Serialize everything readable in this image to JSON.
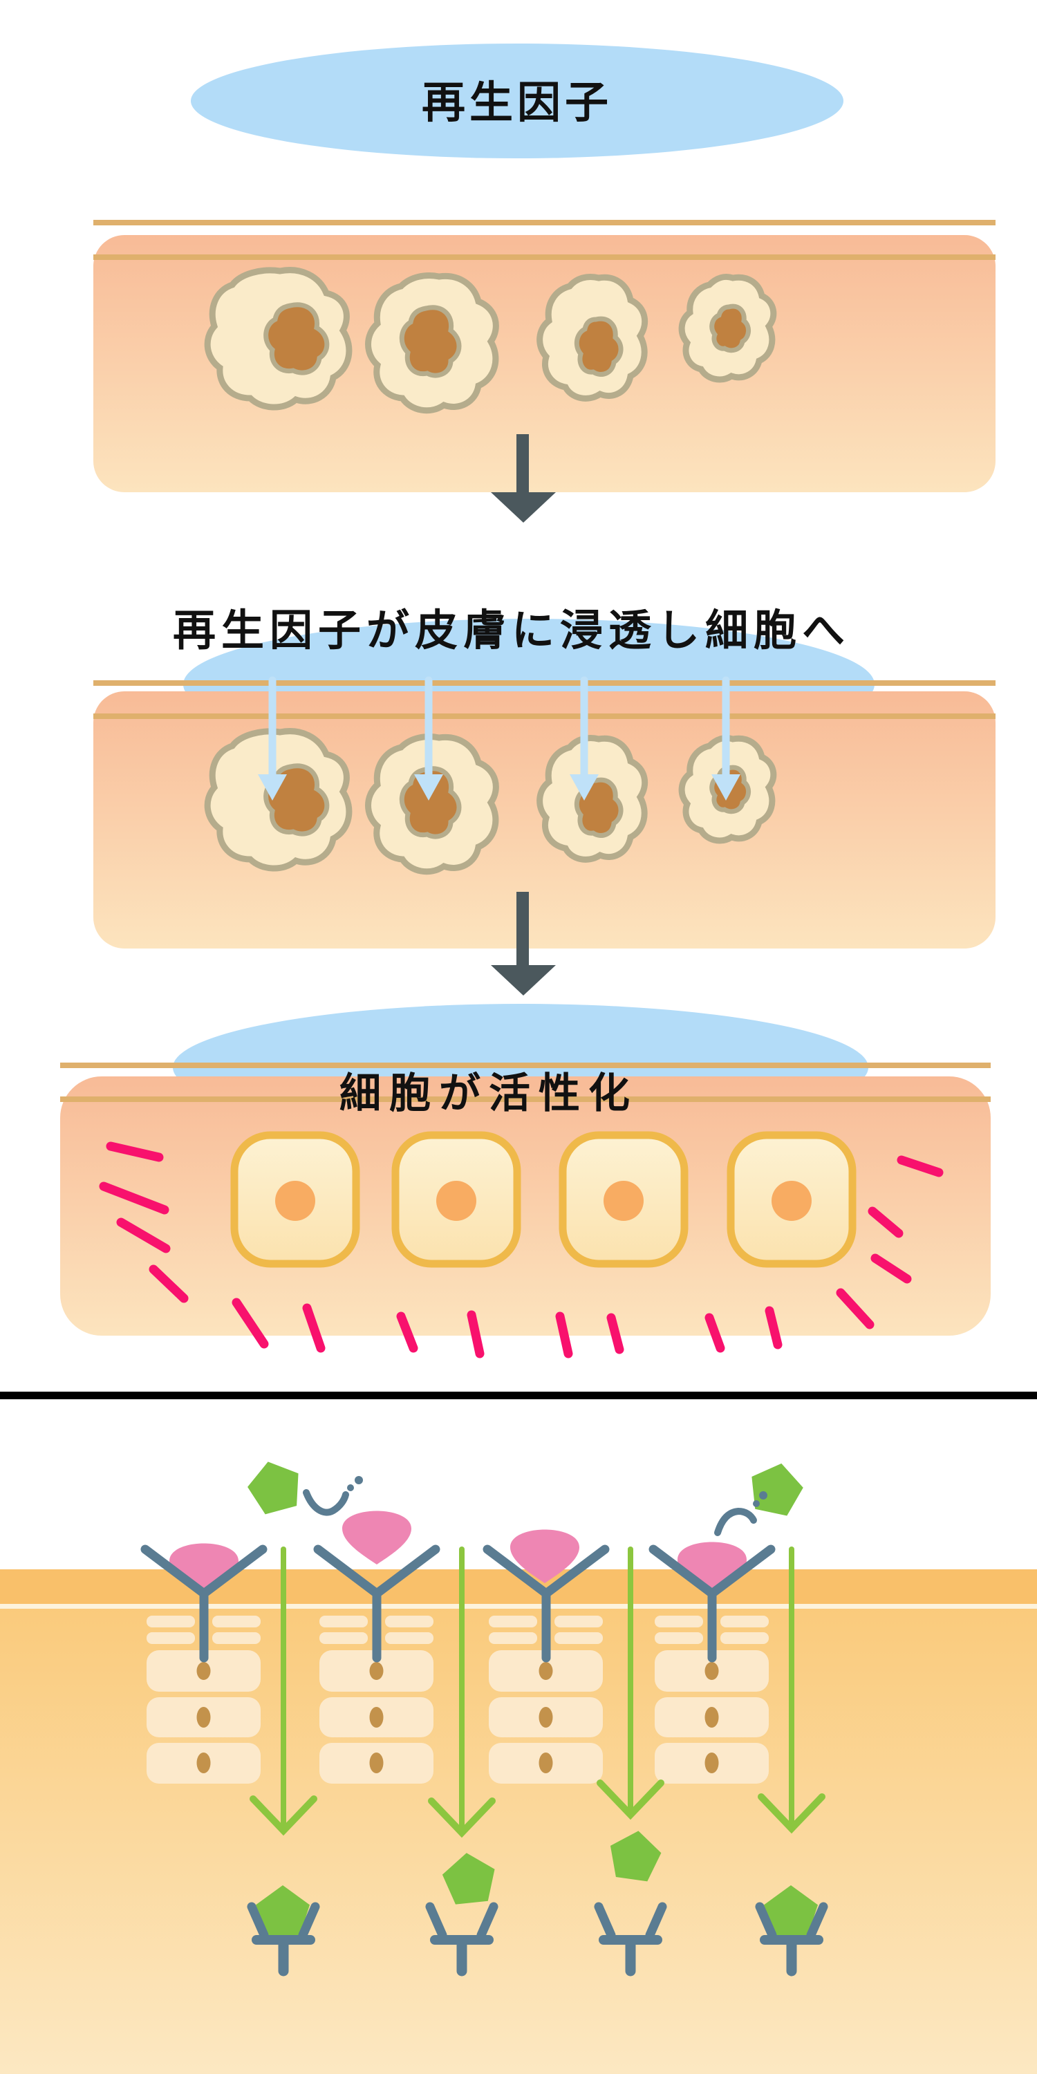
{
  "texts": {
    "title": "再生因子",
    "step2_caption": "再生因子が皮膚に浸透し細胞へ",
    "step3_caption": "細胞が活性化"
  },
  "colors": {
    "bubble_blue": "#B3DCF8",
    "skin_gradient_top": "#F8BB97",
    "skin_gradient_bottom": "#FCE4BE",
    "surface_line_tan": "#DFB06C",
    "cell_cream": "#FAEBC9",
    "cell_outline_taupe": "#B5AC8C",
    "nucleus_brown": "#C08140",
    "step_arrow_gray": "#4B585D",
    "penetration_arrow_blue": "#BFE1F8",
    "active_cell_border_gold": "#EFB94A",
    "active_cell_fill_top": "#FDF2D3",
    "active_cell_fill_bottom": "#FBE2AE",
    "active_nucleus_orange": "#F8AC62",
    "spark_pink": "#F8116D",
    "divider_black": "#000000",
    "derma_orange_band": "#F9C06A",
    "derma_gradient_top": "#FAC876",
    "derma_gradient_bottom": "#FCE8C2",
    "derma_surface_cream_line": "#FDF3DC",
    "derma_cell_cream": "#FCE9CB",
    "derma_cell_nucleus": "#C3924B",
    "receptor_slate": "#5A7C92",
    "ligand_pink": "#EE86B3",
    "factor_green": "#7CC242",
    "flow_arrow_green": "#8CC63F"
  },
  "icons": {
    "regen-factor-bubble": "ellipse",
    "regen-factor-film": "dome",
    "skin-layer": "rounded-rect",
    "skin-surface-line": "horizontal-line",
    "skin-cell": "amoeba-blob",
    "cell-nucleus": "blob",
    "step-arrow": "down-arrow",
    "penetration-arrow": "thin-down-arrow",
    "activated-cell": "rounded-square",
    "activation-spark": "radiating-dash",
    "section-divider": "horizontal-bar",
    "growth-factor": "pentagon",
    "ligand": "teardrop",
    "surface-receptor": "y-shape",
    "deep-receptor": "cup-shape",
    "flow-arrow": "green-down-arrow",
    "binding-trajectory": "dotted-arc"
  }
}
